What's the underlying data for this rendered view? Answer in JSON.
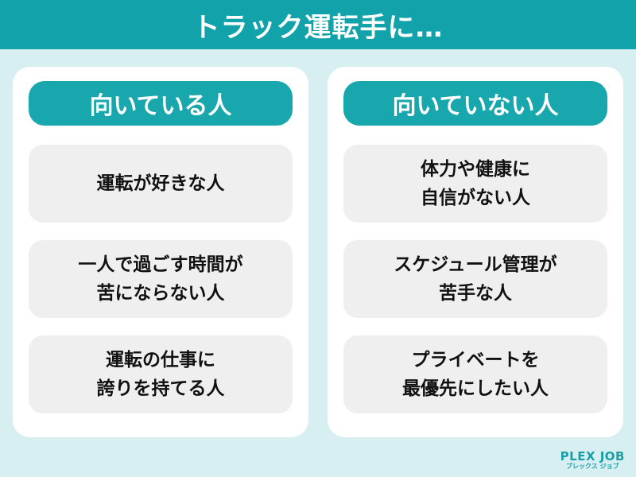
{
  "header": {
    "title": "トラック運転手に…"
  },
  "suited": {
    "heading": "向いている人",
    "items": [
      "運転が好きな人",
      "一人で過ごす時間が\n苦にならない人",
      "運転の仕事に\n誇りを持てる人"
    ]
  },
  "unsuited": {
    "heading": "向いていない人",
    "items": [
      "体力や健康に\n自信がない人",
      "スケジュール管理が\n苦手な人",
      "プライベートを\n最優先にしたい人"
    ]
  },
  "logo": {
    "main": "PLEX JOB",
    "sub": "プレックス ジョブ"
  },
  "colors": {
    "accent": "#12a3aa",
    "background": "#d8eff2",
    "card": "#efefef"
  }
}
